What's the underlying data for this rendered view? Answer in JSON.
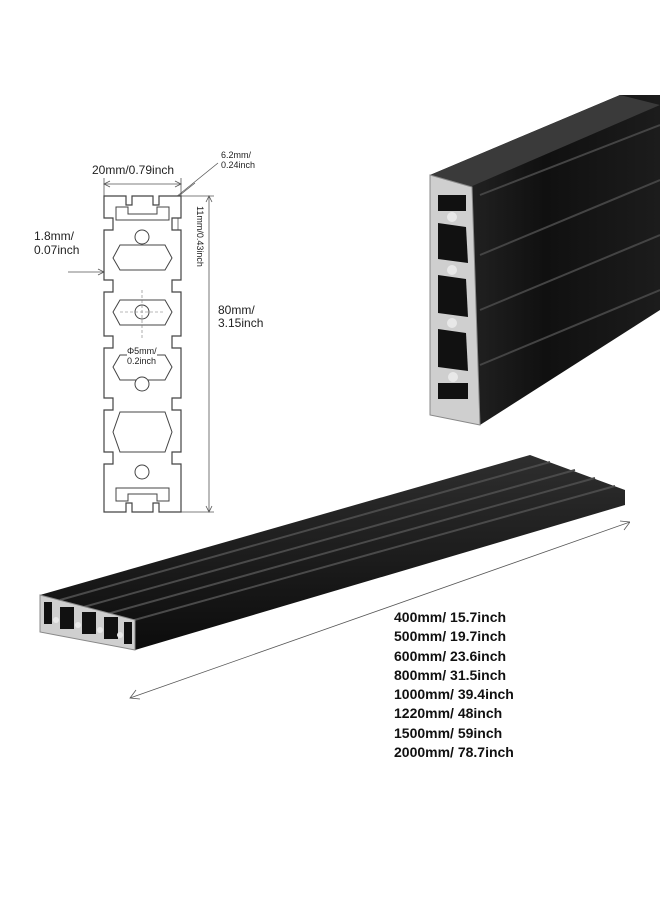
{
  "diagram": {
    "width_label": "20mm/0.79inch",
    "slot_label_line1": "6.2mm/",
    "slot_label_line2": "0.24inch",
    "wall_label_line1": "1.8mm/",
    "wall_label_line2": "0.07inch",
    "depth_label": "11mm/0.43inch",
    "height_label_line1": "80mm/",
    "height_label_line2": "3.15inch",
    "hole_label_line1": "Φ5mm/",
    "hole_label_line2": "0.2inch"
  },
  "lengths": [
    "400mm/ 15.7inch",
    "500mm/ 19.7inch",
    "600mm/ 23.6inch",
    "800mm/ 31.5inch",
    "1000mm/ 39.4inch",
    "1220mm/ 48inch",
    "1500mm/ 59inch",
    "2000mm/ 78.7inch"
  ],
  "colors": {
    "profile": "#141414",
    "profile_highlight": "#3a3a3a",
    "end_face": "#d8d8d8",
    "outline": "#444444"
  },
  "icons": {
    "profile_drawing": "cross-section-outline",
    "vertical_photo": "aluminum-extrusion-vertical",
    "horizontal_photo": "aluminum-extrusion-horizontal"
  }
}
